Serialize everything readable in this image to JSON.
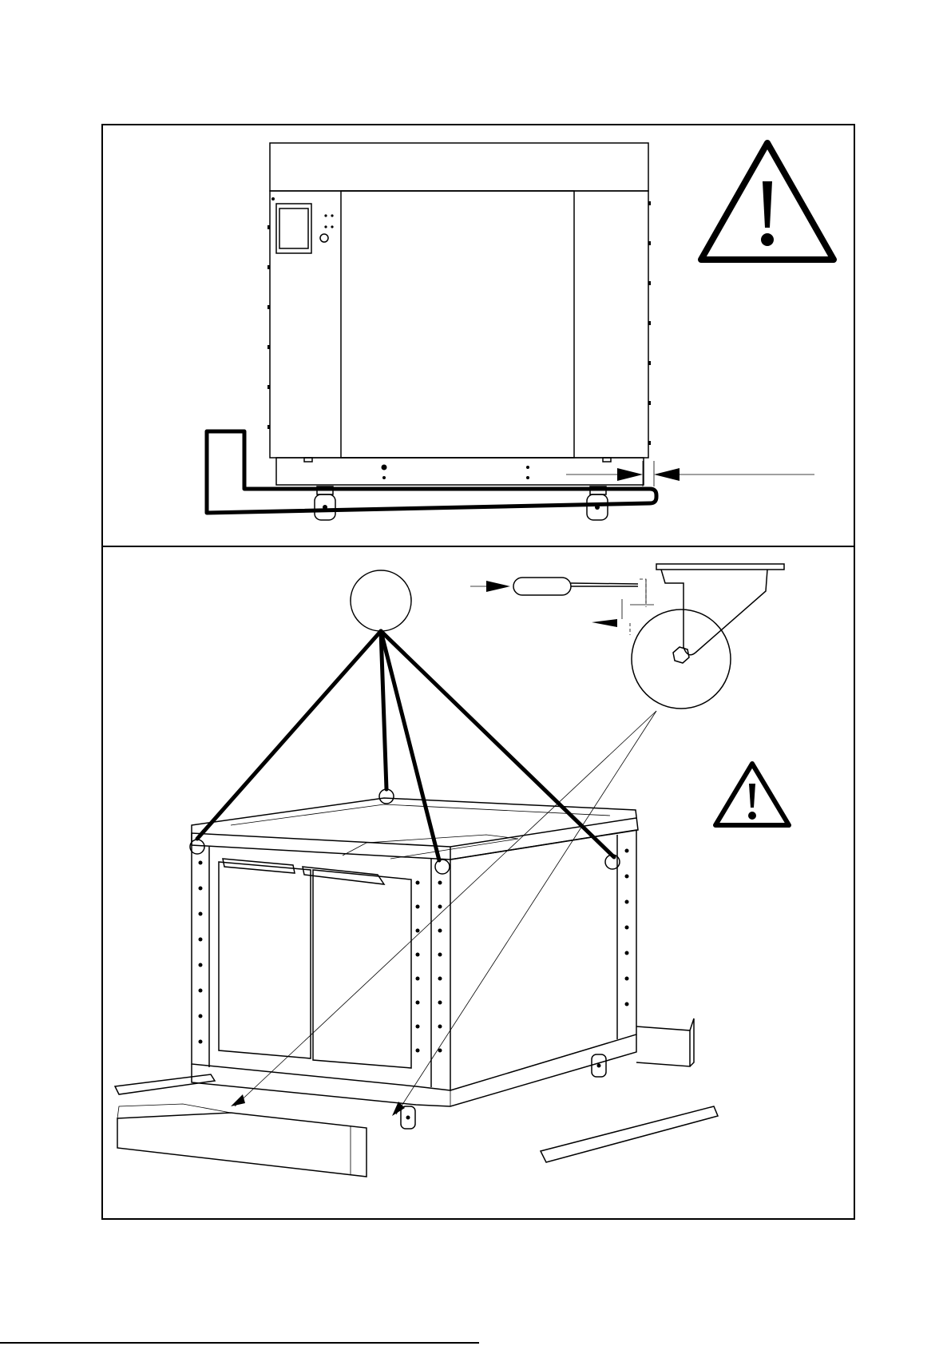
{
  "figure": {
    "panels": [
      {
        "id": "top",
        "content": "front-elevation-lift"
      },
      {
        "id": "bottom",
        "content": "isometric-lift-and-caster"
      }
    ],
    "warning_icons": [
      "warning-triangle-icon",
      "warning-triangle-icon"
    ],
    "colors": {
      "line": "#000000",
      "background": "#ffffff"
    }
  }
}
